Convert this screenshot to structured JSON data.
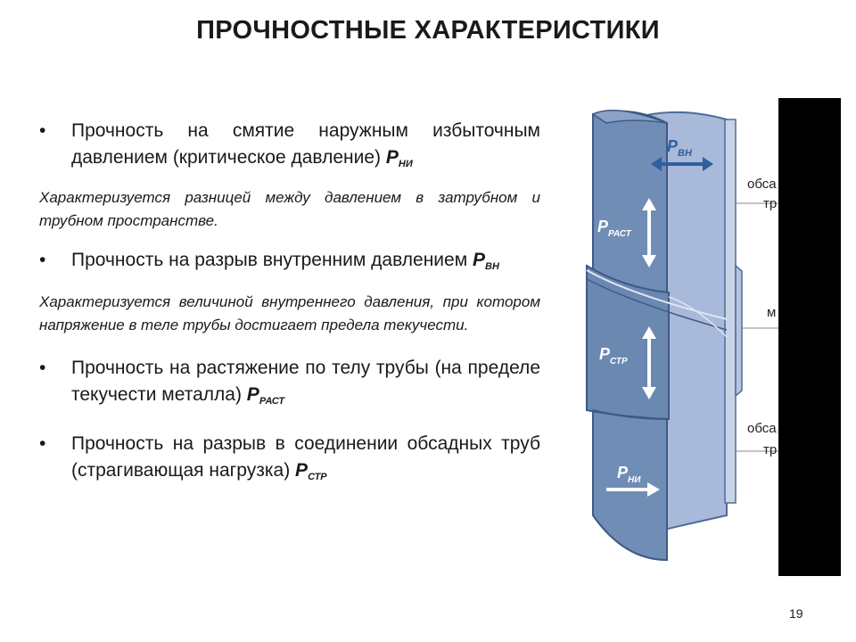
{
  "title": "ПРОЧНОСТНЫЕ ХАРАКТЕРИСТИКИ",
  "bullets": [
    {
      "text": "Прочность на смятие наружным избыточным давлением (критическое давление)",
      "sym": "P",
      "sub": "НИ"
    },
    {
      "text": "Прочность на разрыв внутренним давлением",
      "sym": "P",
      "sub": "ВН"
    },
    {
      "text": "Прочность на растяжение по телу трубы (на пределе текучести металла)",
      "sym": "P",
      "sub": "РАСТ"
    },
    {
      "text": "Прочность на разрыв в соединении обсадных труб (страгивающая нагрузка)",
      "sym": "P",
      "sub": "СТР"
    }
  ],
  "notes": [
    "Характеризуется разницей между давлением в затрубном и трубном пространстве.",
    "Характеризуется величиной внутреннего давления, при котором напряжение в теле трубы достигает предела текучести."
  ],
  "figure": {
    "labels": {
      "p_vn": {
        "sym": "P",
        "sub": "ВН"
      },
      "p_rast": {
        "sym": "P",
        "sub": "РАСТ"
      },
      "p_str": {
        "sym": "P",
        "sub": "СТР"
      },
      "p_ni": {
        "sym": "P",
        "sub": "НИ"
      }
    },
    "callouts": [
      "обса",
      "тр",
      "м",
      "обса",
      "тр"
    ],
    "colors": {
      "pipe_outer": "#6f8db5",
      "pipe_inner": "#a9b9d9",
      "label": "#ffffff",
      "vn_arrow": "#2f5f9e"
    }
  },
  "page_number": "19"
}
